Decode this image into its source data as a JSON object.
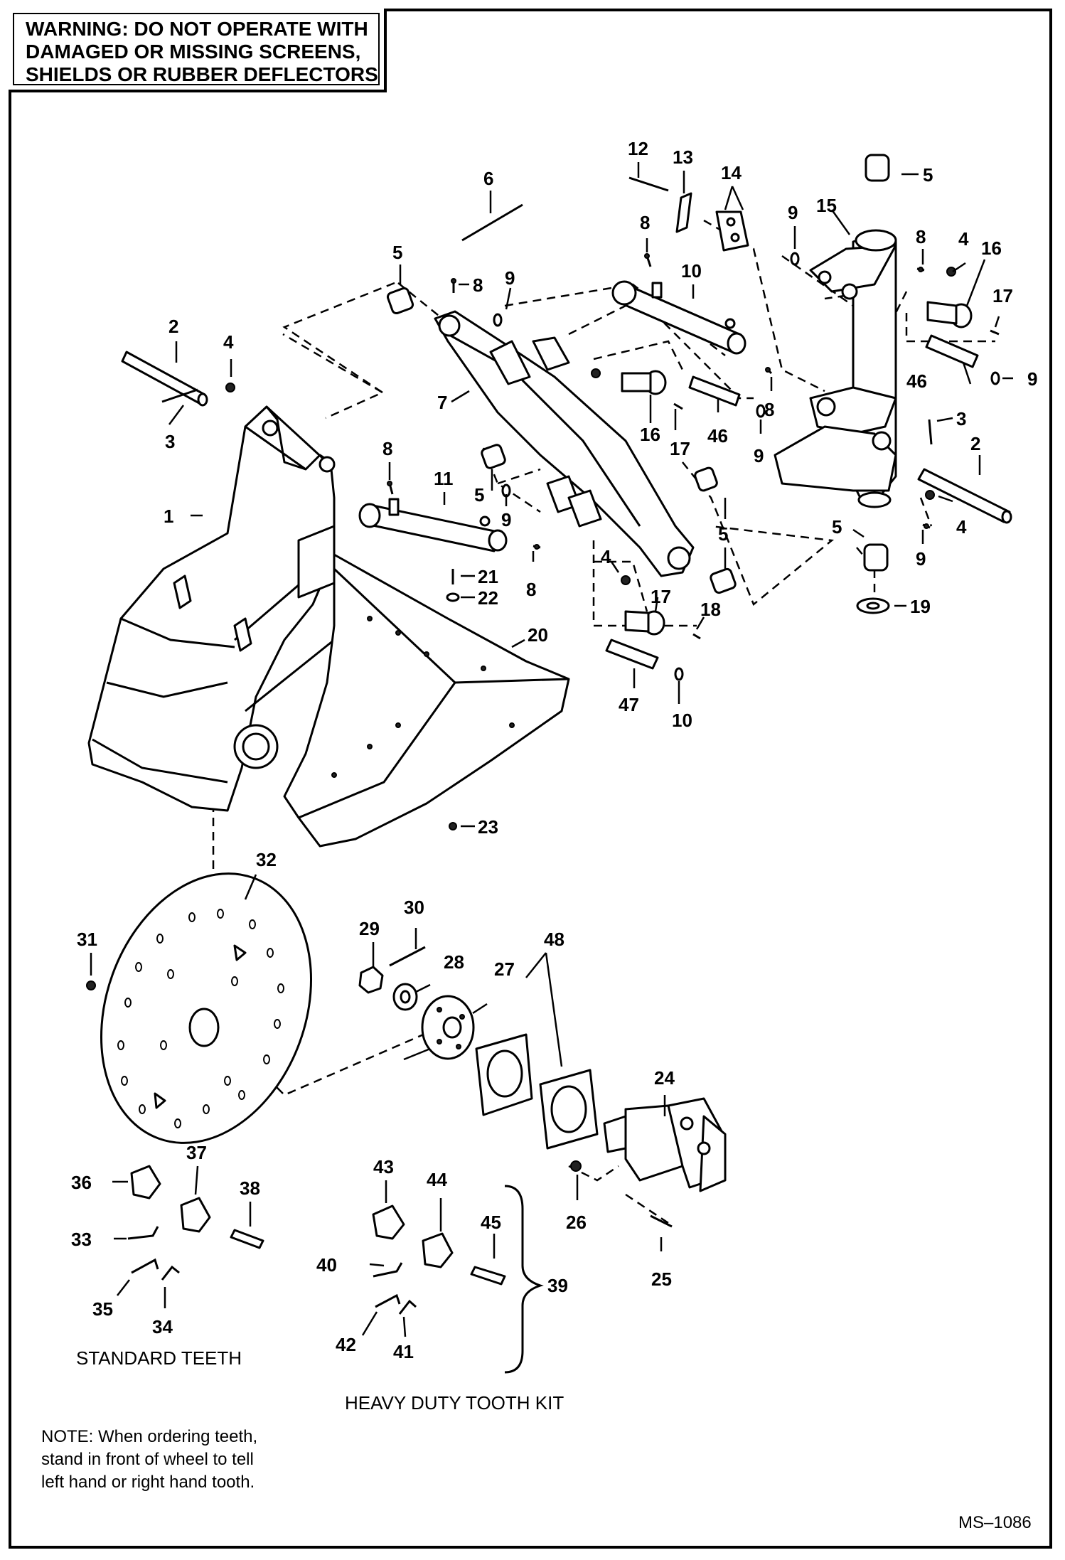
{
  "warning": {
    "line1": "WARNING:  DO NOT OPERATE WITH",
    "line2": "DAMAGED OR MISSING SCREENS,",
    "line3": "SHIELDS OR RUBBER DEFLECTORS"
  },
  "captions": {
    "standard_teeth": "STANDARD TEETH",
    "heavy_duty": "HEAVY DUTY TOOTH KIT"
  },
  "note": {
    "line1": "NOTE:  When ordering teeth,",
    "line2": "stand in front of wheel to tell",
    "line3": "left hand or right hand tooth."
  },
  "drawing_number": "MS–1086",
  "callouts": [
    "1",
    "2",
    "2",
    "3",
    "3",
    "4",
    "4",
    "4",
    "4",
    "5",
    "5",
    "5",
    "5",
    "5",
    "6",
    "7",
    "8",
    "8",
    "8",
    "8",
    "8",
    "8",
    "9",
    "9",
    "9",
    "9",
    "9",
    "9",
    "10",
    "10",
    "11",
    "12",
    "13",
    "14",
    "15",
    "16",
    "16",
    "17",
    "17",
    "17",
    "18",
    "19",
    "20",
    "21",
    "22",
    "23",
    "24",
    "25",
    "26",
    "27",
    "28",
    "29",
    "30",
    "31",
    "32",
    "33",
    "34",
    "35",
    "36",
    "37",
    "38",
    "39",
    "40",
    "41",
    "42",
    "43",
    "44",
    "45",
    "46",
    "46",
    "47",
    "48"
  ]
}
